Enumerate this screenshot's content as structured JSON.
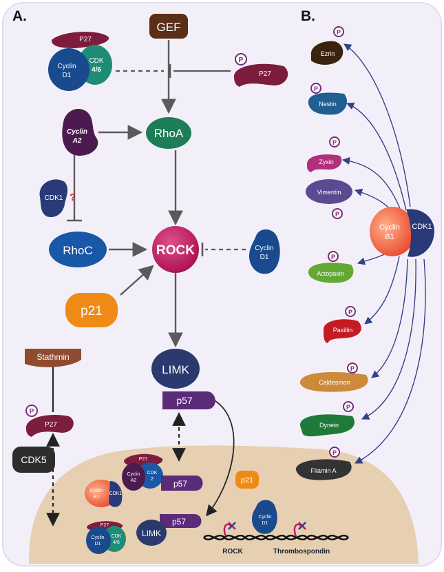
{
  "panels": {
    "a": "A.",
    "b": "B."
  },
  "nodes": {
    "gef": "GEF",
    "rhoa": "RhoA",
    "rock": "ROCK",
    "rhoc": "RhoC",
    "p21": "p21",
    "limk": "LIMK",
    "p57": "p57",
    "stathmin": "Stathmin",
    "cdk5": "CDK5",
    "cyclin_a2": [
      "Cyclin",
      "A2"
    ],
    "cdk1": "CDK1",
    "question": "?",
    "cyclin_d1": [
      "Cyclin",
      "D1"
    ],
    "p27": "P27",
    "cdk46": [
      "CDK",
      "4/6"
    ]
  },
  "phospho": "P",
  "nucleus": {
    "p27": "P27",
    "cyclin_a2": [
      "Cyclin",
      "A2"
    ],
    "cdk2": [
      "CDK",
      "2"
    ],
    "cyclin_b1": [
      "Cyclin",
      "B1"
    ],
    "cdk1": "CDK1",
    "cyclin_d1": [
      "Cyclin",
      "D1"
    ],
    "cdk46": [
      "CDK",
      "4/6"
    ],
    "p57": "p57",
    "p21": "p21",
    "limk": "LIMK",
    "genes": [
      "ROCK",
      "Thrombospondin"
    ]
  },
  "panel_b": {
    "cyclin_b1": [
      "Cyclin",
      "B1"
    ],
    "cdk1": "CDK1",
    "substrates": [
      "Ezrin",
      "Nestin",
      "Zyxin",
      "Vimentin",
      "Actopaxin",
      "Paxillin",
      "Caldesmon",
      "Dynein",
      "Filamin A"
    ]
  },
  "colors": {
    "background": "#f3eff8",
    "nucleus": "#e7cfb2",
    "arrow": "#5a5a5a",
    "b_arrow": "#34428a",
    "gef": "#5a2e17",
    "rhoa": "#1d7d57",
    "rock": "#c0175f",
    "rhoc": "#1858a6",
    "p21": "#f08a17",
    "limk": "#2a3a6e",
    "p57": "#5b2a78",
    "stathmin": "#8e4b30",
    "cdk5": "#2d2d2d",
    "p27": "#7d1d3d",
    "cyclin_a2": "#4b1b4f",
    "cyclin_d1": "#1a4a8e",
    "cdk46": "#1f8c78",
    "phospho": "#7a2a7a",
    "ezrin": "#3a2410",
    "nestin": "#1f5f92",
    "zyxin": "#b0307a",
    "vimentin": "#5a4a92",
    "actopaxin": "#62a832",
    "paxillin": "#c41b22",
    "caldesmon": "#cc8a3a",
    "dynein": "#1f7a3a",
    "filamin": "#333333"
  }
}
